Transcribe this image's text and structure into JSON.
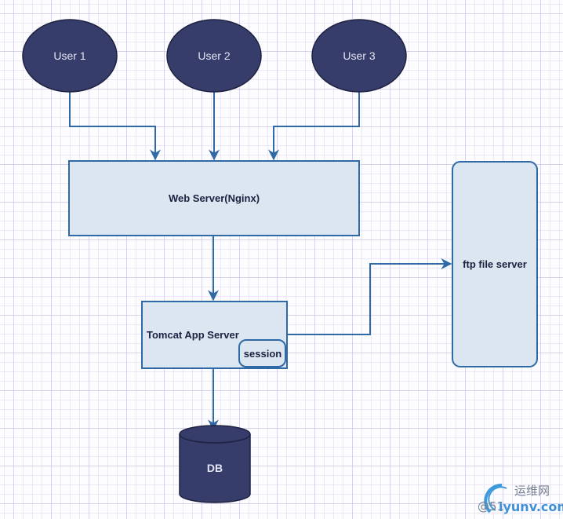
{
  "diagram": {
    "users": [
      {
        "id": "user1",
        "label": "User 1"
      },
      {
        "id": "user2",
        "label": "User 2"
      },
      {
        "id": "user3",
        "label": "User 3"
      }
    ],
    "web_server": {
      "label": "Web Server(Nginx)"
    },
    "app_server": {
      "label": "Tomcat App Server",
      "session_label": "session"
    },
    "ftp_server": {
      "label": "ftp file server"
    },
    "database": {
      "label": "DB"
    },
    "edges": [
      {
        "from": "user1",
        "to": "web_server"
      },
      {
        "from": "user2",
        "to": "web_server"
      },
      {
        "from": "user3",
        "to": "web_server"
      },
      {
        "from": "web_server",
        "to": "app_server"
      },
      {
        "from": "app_server",
        "to": "ftp_server"
      },
      {
        "from": "app_server",
        "to": "database"
      }
    ],
    "colors": {
      "node_dark": "#363d6b",
      "node_light": "#dce6f1",
      "stroke": "#2f6aa6",
      "text_dark": "#1b2140"
    }
  },
  "watermark": {
    "line1": "运维网",
    "line2_prefix": "@51",
    "line2": "iyunv.com"
  }
}
